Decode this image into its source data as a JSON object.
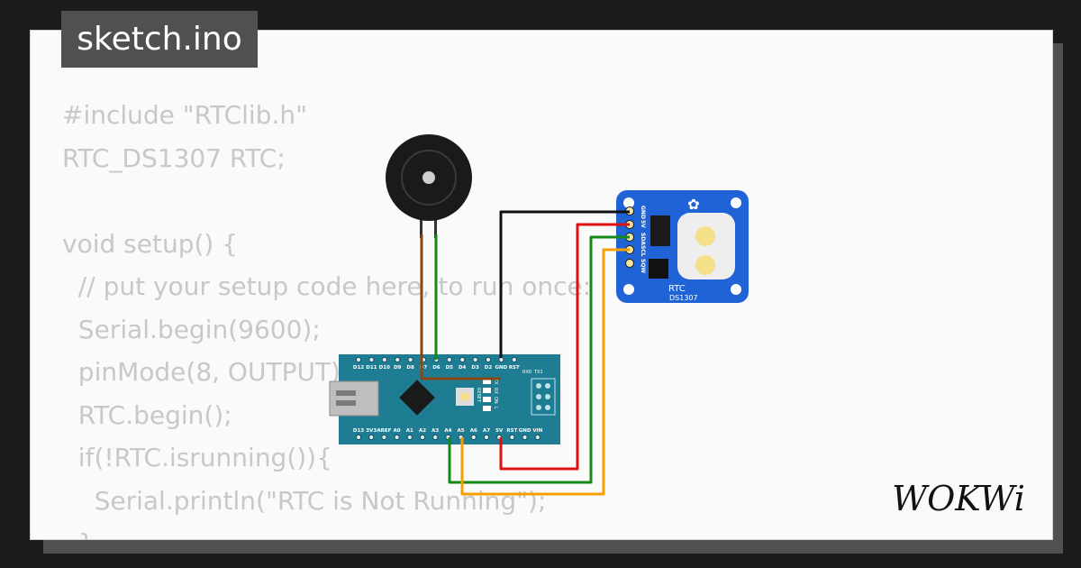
{
  "header": {
    "filename": "sketch.ino"
  },
  "code_lines": [
    "#include \"RTClib.h\"",
    "RTC_DS1307 RTC;",
    "",
    "void setup() {",
    "  // put your setup code here, to run once:",
    "  Serial.begin(9600);",
    "  pinMode(8, OUTPUT);",
    "  RTC.begin();",
    "  if(!RTC.isrunning()){",
    "    Serial.println(\"RTC is Not Running\");",
    "  }"
  ],
  "rtc_module": {
    "title": "RTC",
    "model": "DS1307",
    "pins": [
      "GND",
      "5V",
      "SDA",
      "SCL",
      "SQW"
    ]
  },
  "arduino_nano": {
    "top_pins": [
      "D12",
      "D11",
      "D10",
      "D9",
      "D8",
      "D7",
      "D6",
      "D5",
      "D4",
      "D3",
      "D2",
      "GND",
      "RST"
    ],
    "top_right": [
      "RX0",
      "TX1"
    ],
    "bottom_pins": [
      "D13",
      "3V3",
      "AREF",
      "A0",
      "A1",
      "A2",
      "A3",
      "A4",
      "A5",
      "A6",
      "A7",
      "5V",
      "RST",
      "GND",
      "VIN"
    ],
    "reset_label": "RESET",
    "leds": [
      "TX",
      "RX",
      "ON",
      "L"
    ]
  },
  "brand": {
    "logo_text": "WOKWi"
  },
  "colors": {
    "background": "#1c1c1c",
    "card": "#fafafa",
    "badge": "#505050",
    "board_teal": "#1e7d93",
    "rtc_blue": "#2063d6",
    "wire_black": "#111111",
    "wire_red": "#e01010",
    "wire_green": "#138a13",
    "wire_orange": "#f5a000",
    "wire_brown": "#8b4513"
  }
}
